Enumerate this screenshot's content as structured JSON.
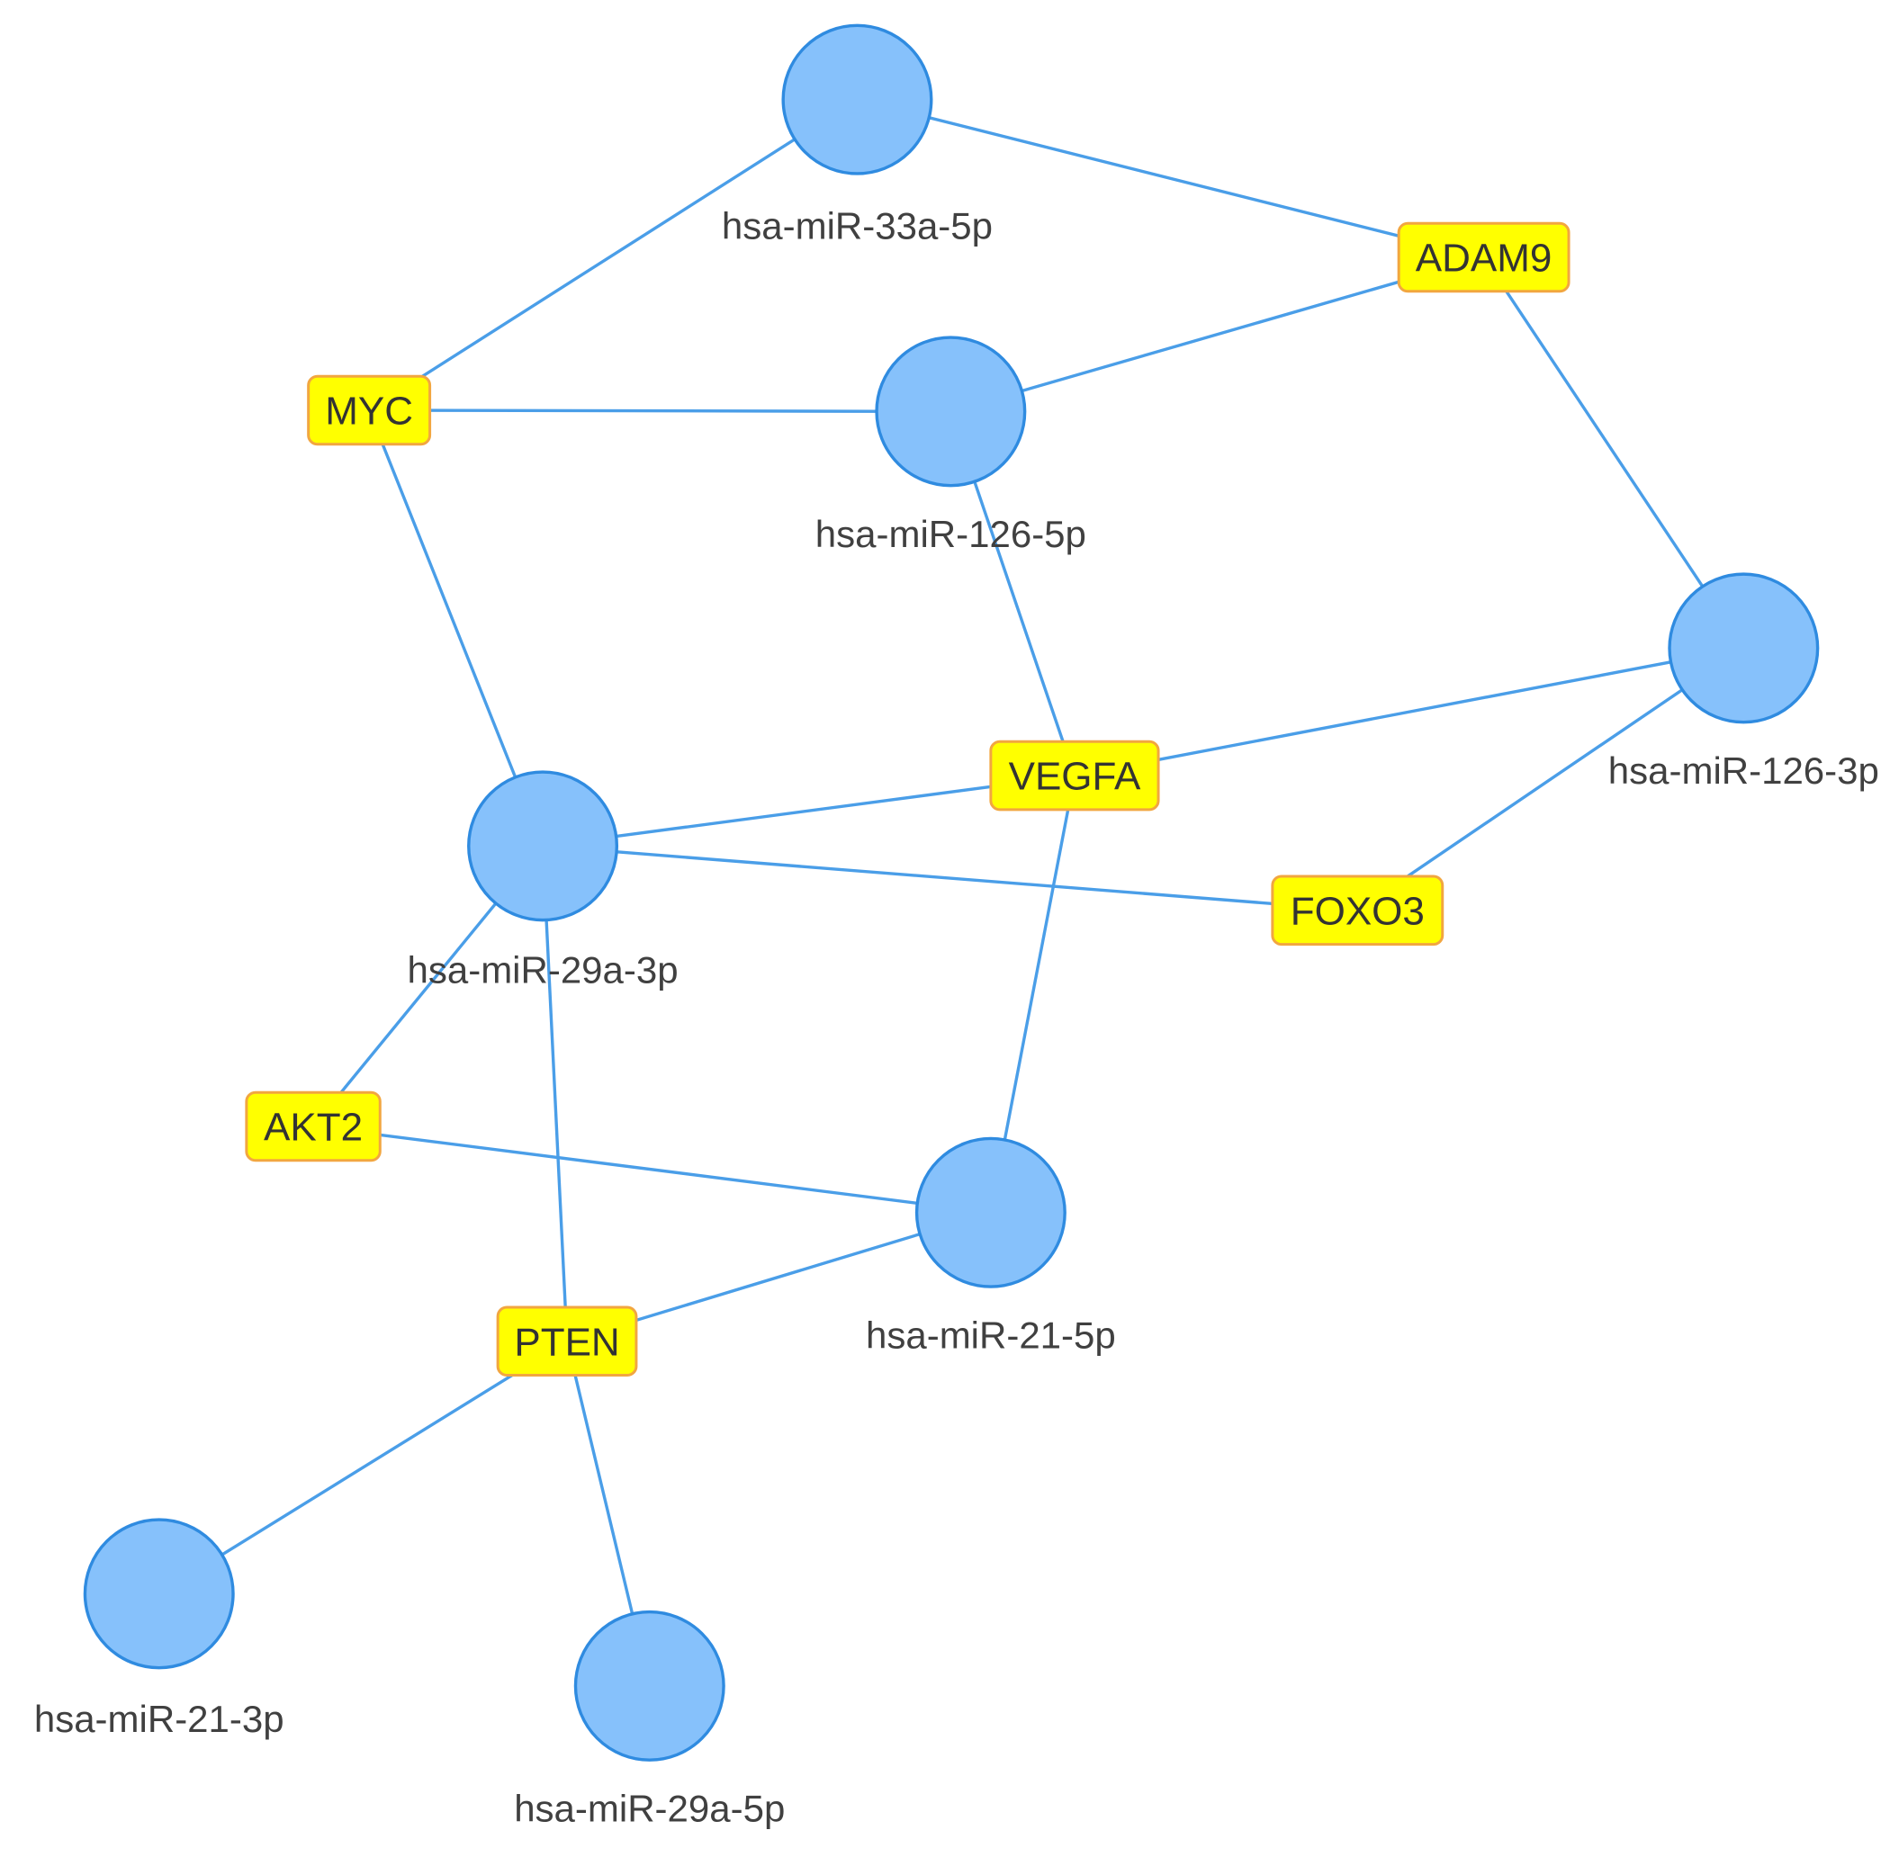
{
  "colors": {
    "edge": "#4a9ee8",
    "mirna_fill": "#86c1fb",
    "mirna_stroke": "#2f8be0",
    "gene_fill": "#ffff00",
    "gene_stroke": "#f2a640"
  },
  "mirnas": [
    {
      "id": "m33a5p",
      "label": "hsa-miR-33a-5p"
    },
    {
      "id": "m1265p",
      "label": "hsa-miR-126-5p"
    },
    {
      "id": "m1263p",
      "label": "hsa-miR-126-3p"
    },
    {
      "id": "m29a3p",
      "label": "hsa-miR-29a-3p"
    },
    {
      "id": "m215p",
      "label": "hsa-miR-21-5p"
    },
    {
      "id": "m213p",
      "label": "hsa-miR-21-3p"
    },
    {
      "id": "m29a5p",
      "label": "hsa-miR-29a-5p"
    }
  ],
  "genes": [
    {
      "id": "ADAM9",
      "label": "ADAM9"
    },
    {
      "id": "MYC",
      "label": "MYC"
    },
    {
      "id": "VEGFA",
      "label": "VEGFA"
    },
    {
      "id": "FOXO3",
      "label": "FOXO3"
    },
    {
      "id": "AKT2",
      "label": "AKT2"
    },
    {
      "id": "PTEN",
      "label": "PTEN"
    }
  ],
  "edges": [
    [
      "m33a5p",
      "ADAM9"
    ],
    [
      "m33a5p",
      "MYC"
    ],
    [
      "MYC",
      "m1265p"
    ],
    [
      "m1265p",
      "ADAM9"
    ],
    [
      "ADAM9",
      "m1263p"
    ],
    [
      "m1265p",
      "VEGFA"
    ],
    [
      "MYC",
      "m29a3p"
    ],
    [
      "m1263p",
      "VEGFA"
    ],
    [
      "m1263p",
      "FOXO3"
    ],
    [
      "m29a3p",
      "VEGFA"
    ],
    [
      "m29a3p",
      "FOXO3"
    ],
    [
      "m29a3p",
      "AKT2"
    ],
    [
      "m29a3p",
      "PTEN"
    ],
    [
      "VEGFA",
      "m215p"
    ],
    [
      "AKT2",
      "m215p"
    ],
    [
      "m215p",
      "PTEN"
    ],
    [
      "PTEN",
      "m213p"
    ],
    [
      "PTEN",
      "m29a5p"
    ]
  ]
}
